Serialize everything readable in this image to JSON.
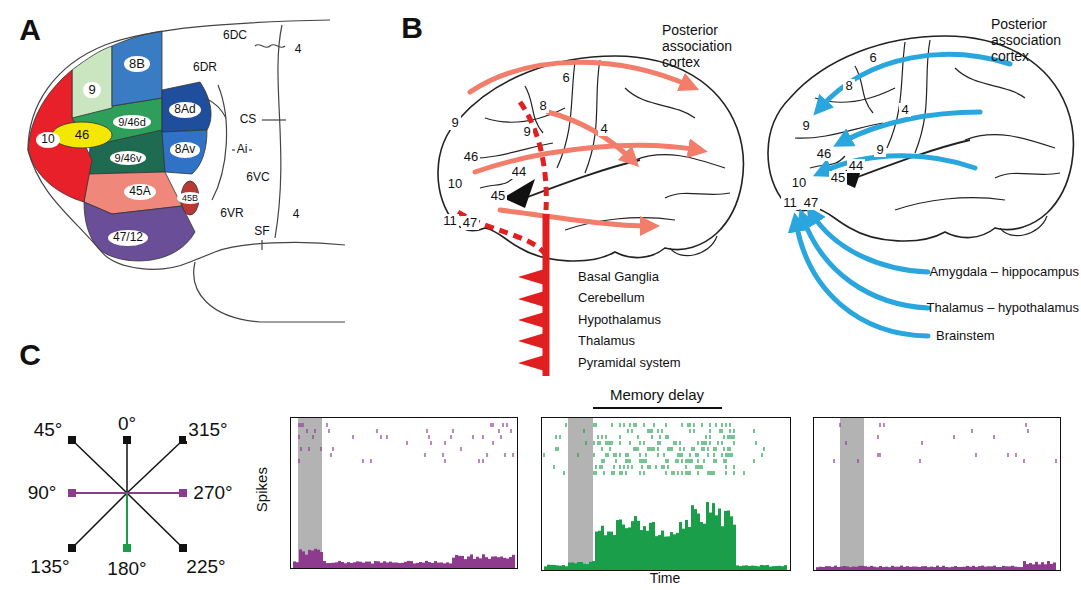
{
  "diagram": {
    "labels": [
      "A",
      "10",
      "9",
      "8B",
      "46",
      "9/46d",
      "8Ad",
      "9/46v",
      "8Av",
      "45A",
      "45B",
      "47/12",
      "6DR",
      "6DC",
      "4",
      "CS",
      "Ai",
      "6VC",
      "4",
      "6VR",
      "SF",
      "B",
      "6",
      "8",
      "9",
      "4",
      "9",
      "46",
      "10",
      "45",
      "44",
      "11",
      "47",
      "Posterior association cortex",
      "Basal Ganglia",
      "Cerebellum",
      "Hypothalamus",
      "Thalamus",
      "Pyramidal system",
      "6",
      "8",
      "9",
      "4",
      "46",
      "9",
      "10",
      "44",
      "45",
      "11",
      "47",
      "Posterior association cortex",
      "Amygdala – hippocampus",
      "Thalamus – hypothalamus",
      "Brainstem",
      "C",
      "45°",
      "0°",
      "315°",
      "90°",
      "270°",
      "135°",
      "180°",
      "225°",
      "Spikes",
      "Memory delay",
      "Time"
    ]
  }
}
